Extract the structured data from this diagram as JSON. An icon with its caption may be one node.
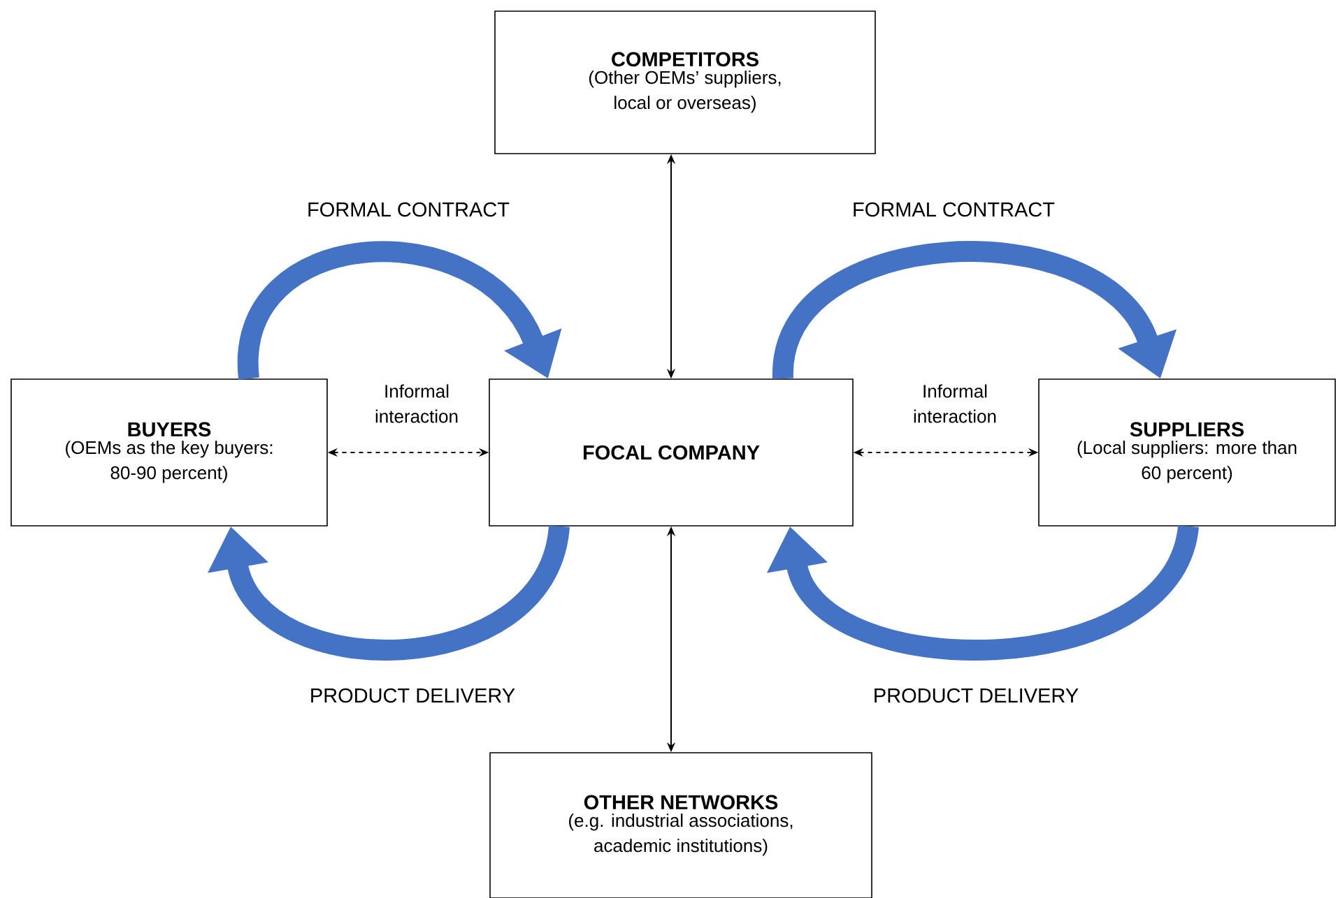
{
  "diagram": {
    "nodes": [
      {
        "text": [
          "COMPETITORS",
          "(Other OEMs’ suppliers, local or overseas)"
        ]
      },
      {
        "text": [
          "BUYERS",
          "(OEMs as the key buyers: 80-90 percent)"
        ]
      },
      {
        "text": [
          "FOCAL COMPANY"
        ]
      },
      {
        "text": [
          "SUPPLIERS",
          "(Local suppliers: more than 60 percent)"
        ]
      },
      {
        "text": [
          "OTHER NETWORKS",
          "(e.g. industrial associations, academic institutions)"
        ]
      }
    ],
    "edges": [
      {
        "from": 0,
        "to": 2,
        "arrow": "both"
      },
      {
        "from": 1,
        "to": 2,
        "arrow": "both",
        "style": "dashed",
        "label": "Informal interaction"
      },
      {
        "from": 2,
        "to": 3,
        "arrow": "both",
        "style": "dashed",
        "label": "Informal interaction"
      },
      {
        "from": 2,
        "to": 4,
        "arrow": "both"
      },
      {
        "from": 1,
        "to": 2,
        "arrow": "to",
        "style": "thick",
        "color": "#4472c4",
        "label": "FORMAL CONTRACT"
      },
      {
        "from": 2,
        "to": 1,
        "arrow": "to",
        "style": "thick",
        "color": "#4472c4",
        "label": "PRODUCT DELIVERY"
      },
      {
        "from": 2,
        "to": 3,
        "arrow": "to",
        "style": "thick",
        "color": "#4472c4",
        "label": "FORMAL CONTRACT"
      },
      {
        "from": 3,
        "to": 2,
        "arrow": "to",
        "style": "thick",
        "color": "#4472c4",
        "label": "PRODUCT DELIVERY"
      }
    ]
  }
}
